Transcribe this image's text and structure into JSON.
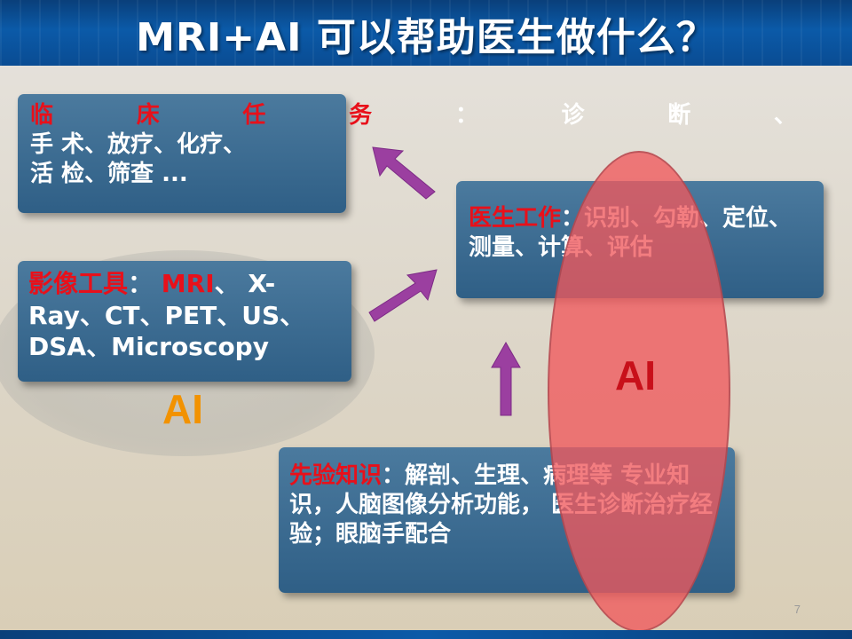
{
  "title": "MRI+AI 可以帮助医生做什么？",
  "page_number": "7",
  "boxes": {
    "clinical": {
      "label": "临床任务",
      "label_chars": [
        "临",
        "床",
        "任",
        "务"
      ],
      "colon": "：",
      "line1_rest": [
        "诊",
        "断",
        "、"
      ],
      "line2": "手 术、放疗、化疗、",
      "line3": "活 检、筛查 ..."
    },
    "imaging": {
      "label": "影像工具",
      "colon": "：",
      "text_red": " MRI",
      "text": "、 X-Ray、CT、PET、US、DSA、Microscopy"
    },
    "doctor": {
      "label": "医生工作",
      "text": "：识别、勾勒、定位、测量、计算、评估"
    },
    "prior": {
      "label": "先验知识",
      "text": "：解剖、生理、病理等 专业知识，人脑图像分析功能， 医生诊断治疗经验；眼脑手配合"
    }
  },
  "ai_labels": {
    "left": "AI",
    "right": "AI"
  },
  "colors": {
    "header": "#0b5aa8",
    "box": "#3a6a90",
    "red_label": "#e8101a",
    "ai_orange": "#f29200",
    "ai_red": "#c8101a",
    "oval": "#f0585c",
    "arrow": "#9b3fa0"
  },
  "icons": [
    "arrow-up-left",
    "arrow-up-right",
    "arrow-up"
  ]
}
